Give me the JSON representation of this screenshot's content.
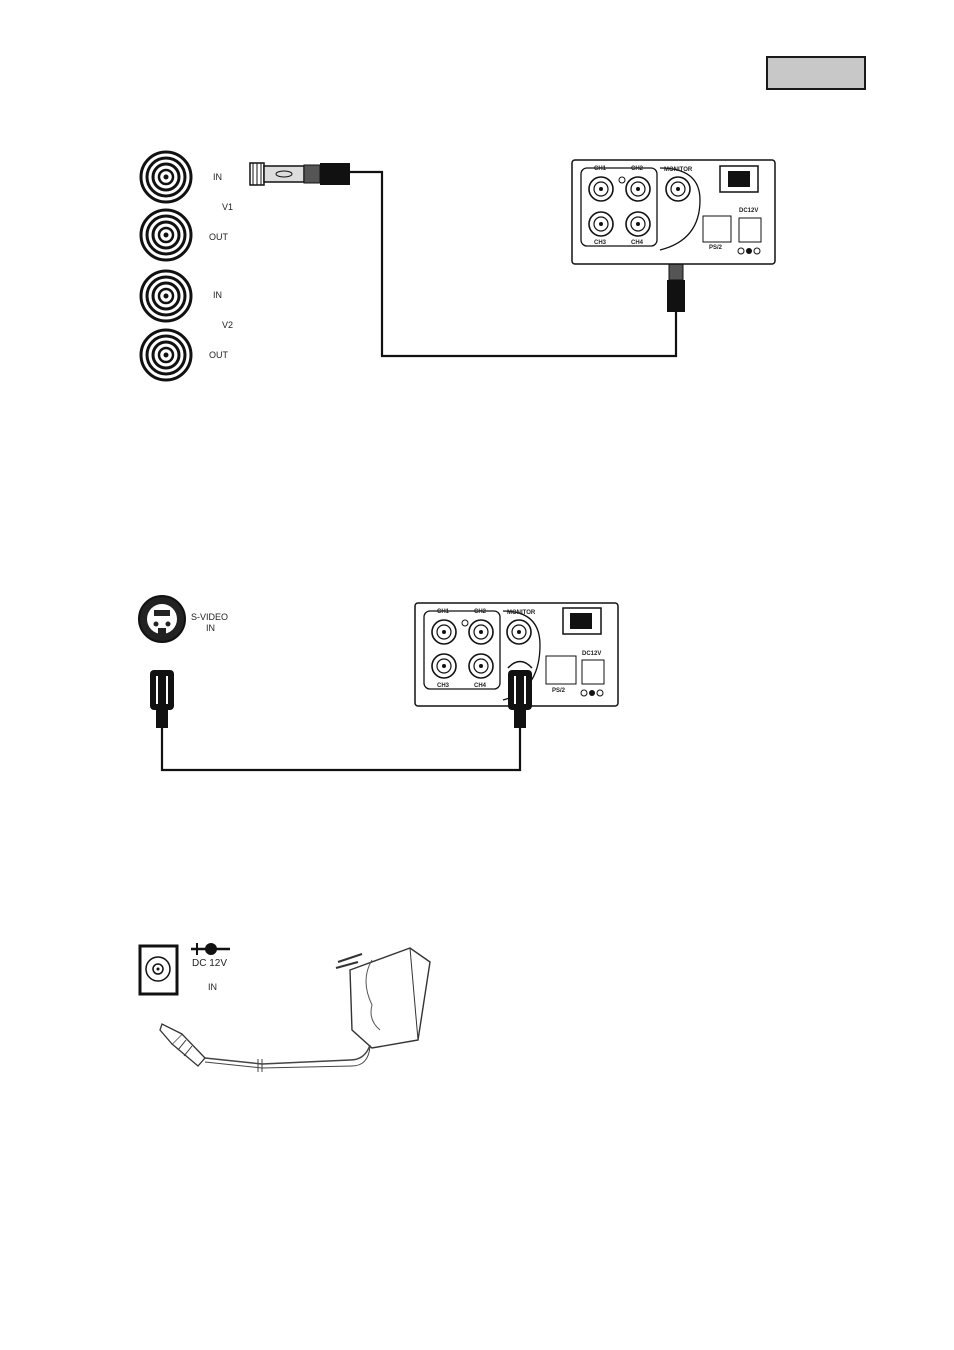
{
  "diagram1": {
    "port_labels": {
      "in1": "IN",
      "v1": "V1",
      "out1": "OUT",
      "in2": "IN",
      "v2": "V2",
      "out2": "OUT"
    },
    "panel": {
      "ch1": "CH1",
      "ch2": "CH2",
      "ch3": "CH3",
      "ch4": "CH4",
      "monitor": "MONITOR",
      "ps2": "PS/2",
      "dc": "DC12V"
    }
  },
  "diagram2": {
    "svideo_label": "S-VIDEO",
    "svideo_in": "IN",
    "panel": {
      "ch1": "CH1",
      "ch2": "CH2",
      "ch3": "CH3",
      "ch4": "CH4",
      "monitor": "MONITOR",
      "ps2": "PS/2",
      "dc": "DC12V"
    }
  },
  "diagram3": {
    "dc_label": "DC 12V",
    "dc_in": "IN"
  },
  "colors": {
    "line": "#111111",
    "tab_fill": "#c8c8c8",
    "gray": "#888888"
  }
}
